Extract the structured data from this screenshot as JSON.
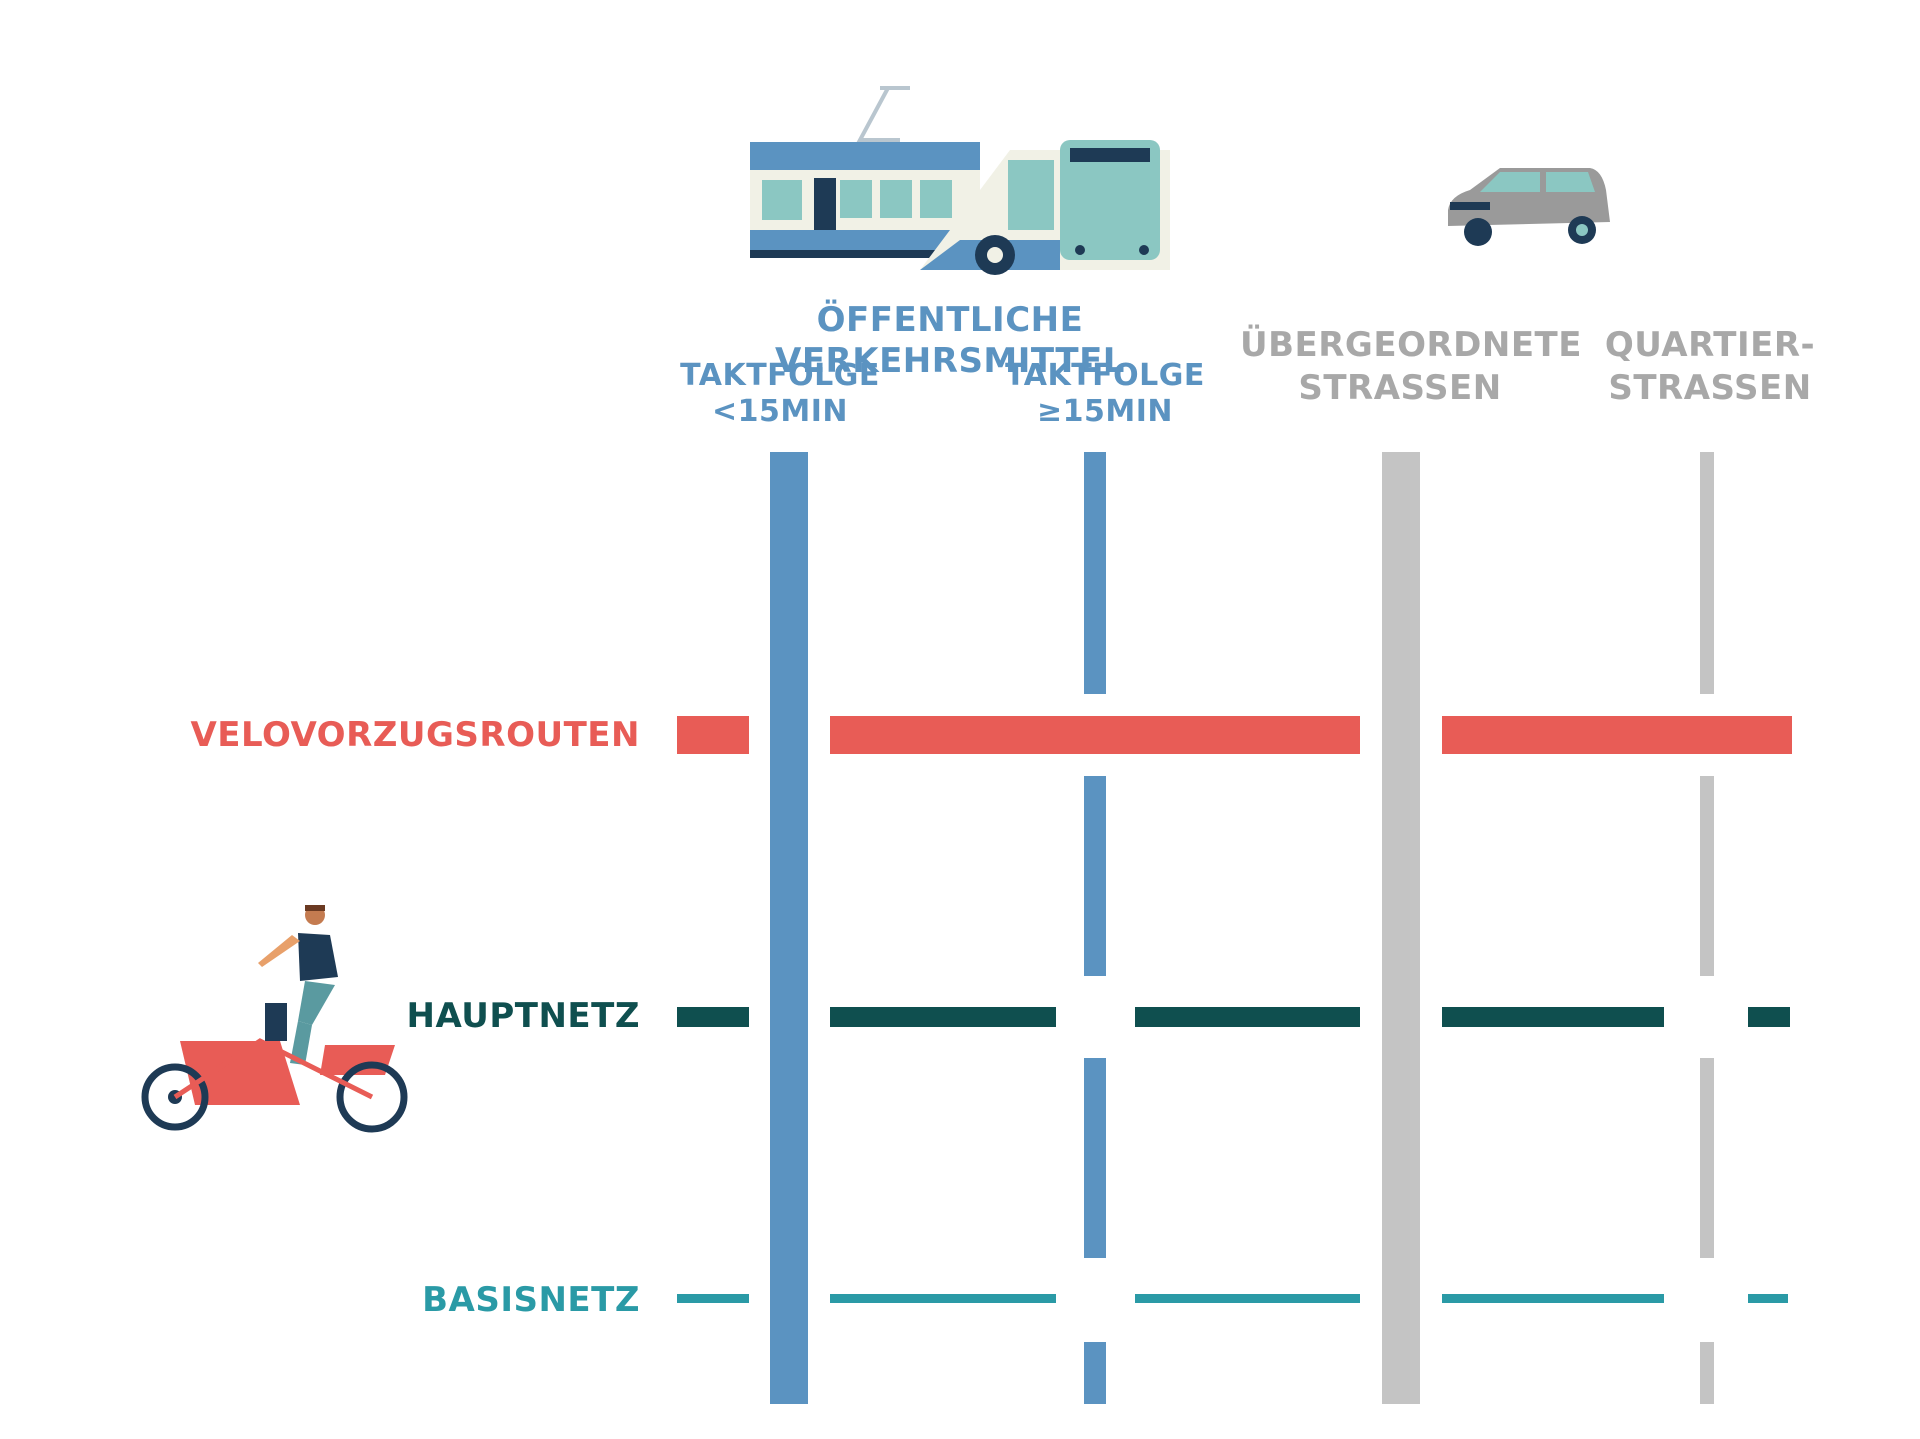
{
  "header": {
    "transit_title": "ÖFFENTLICHE VERKEHRSMITTEL",
    "col1_line1": "TAKTFOLGE",
    "col1_line2": "<15MIN",
    "col2_line1": "TAKTFOLGE",
    "col2_line2": "≥15MIN",
    "col3_line1": "ÜBERGEORDNETE",
    "col3_line2": "STRASSEN",
    "col4_line1": "QUARTIER-",
    "col4_line2": "STRASSEN"
  },
  "rows": {
    "row1": "VELOVORZUGSROUTEN",
    "row2": "HAUPTNETZ",
    "row3": "BASISNETZ"
  },
  "icons": {
    "tram": "tram-icon",
    "bus": "bus-icon",
    "car": "car-icon",
    "cyclist": "cargo-bike-cyclist-icon"
  },
  "colors": {
    "transit_blue": "#5b93c1",
    "road_grey": "#c4c4c4",
    "velo_red": "#e85c56",
    "haupt_dark": "#0f4f4f",
    "basis_teal": "#2a9aa6",
    "grey_text": "#a8a8a8"
  }
}
